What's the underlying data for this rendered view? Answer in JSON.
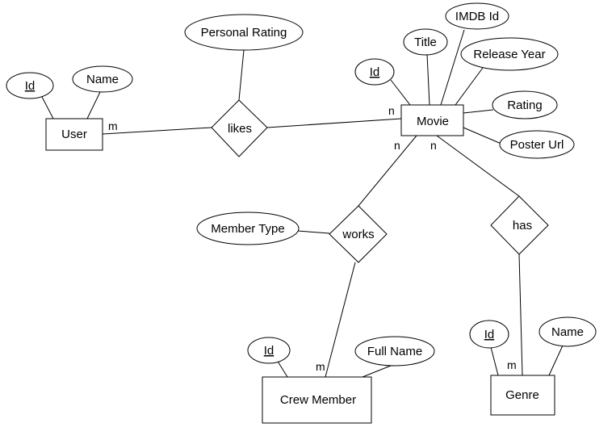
{
  "entities": {
    "user": "User",
    "movie": "Movie",
    "crew_member": "Crew Member",
    "genre": "Genre"
  },
  "relationships": {
    "likes": "likes",
    "works": "works",
    "has": "has"
  },
  "attributes": {
    "user_id": "Id",
    "user_name": "Name",
    "personal_rating": "Personal Rating",
    "movie_id": "Id",
    "movie_title": "Title",
    "imdb_id": "IMDB Id",
    "release_year": "Release Year",
    "movie_rating": "Rating",
    "poster_url": "Poster Url",
    "member_type": "Member Type",
    "crew_id": "Id",
    "crew_full_name": "Full Name",
    "genre_id": "Id",
    "genre_name": "Name"
  },
  "cardinalities": {
    "user_likes": "m",
    "movie_likes": "n",
    "movie_works": "n",
    "movie_has": "n",
    "crew_works": "m",
    "genre_has": "m"
  }
}
